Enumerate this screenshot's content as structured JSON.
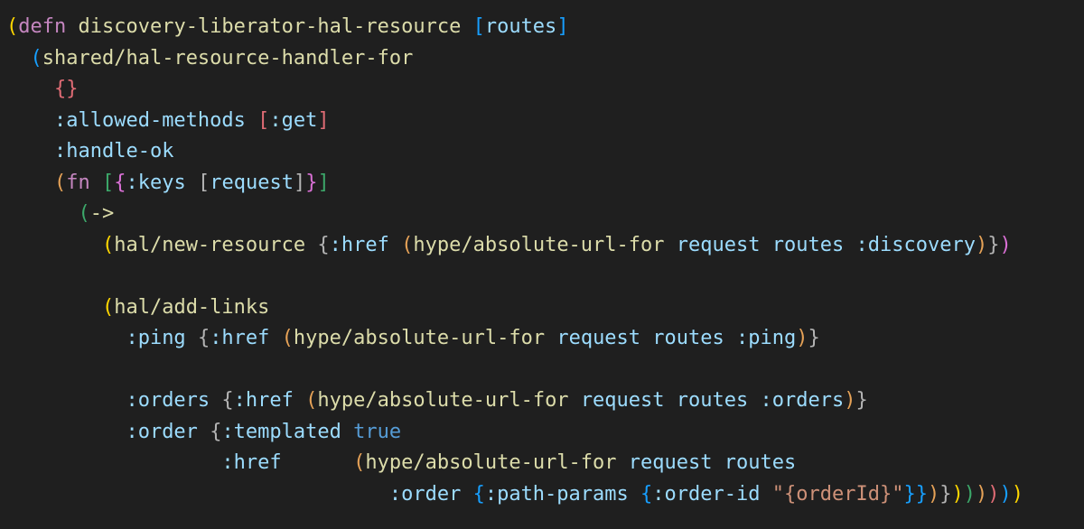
{
  "colors": {
    "background": "#1f1f1f",
    "default": "#d4d4d4",
    "keyword": "#c586c0",
    "identifier": "#dcdcaa",
    "variable": "#9cdcfe",
    "string": "#ce9178",
    "constant": "#569cd6",
    "bracket_gold": "#ffd700",
    "bracket_violet": "#da70d6",
    "bracket_blue": "#179fff",
    "bracket_red": "#e06c75",
    "bracket_green": "#3ca86a",
    "bracket_orange": "#e6a257",
    "bracket_gray": "#b4b4b4"
  },
  "code": {
    "language": "clojure",
    "lines": [
      [
        [
          "(",
          "bracket_gold"
        ],
        [
          "defn",
          "keyword"
        ],
        [
          " ",
          "default"
        ],
        [
          "discovery-liberator-hal-resource",
          "identifier"
        ],
        [
          " ",
          "default"
        ],
        [
          "[",
          "bracket_blue"
        ],
        [
          "routes",
          "variable"
        ],
        [
          "]",
          "bracket_blue"
        ]
      ],
      [
        [
          "  ",
          "default"
        ],
        [
          "(",
          "bracket_blue"
        ],
        [
          "shared/hal-resource-handler-for",
          "identifier"
        ]
      ],
      [
        [
          "    ",
          "default"
        ],
        [
          "{}",
          "bracket_red"
        ]
      ],
      [
        [
          "    ",
          "default"
        ],
        [
          ":allowed-methods",
          "variable"
        ],
        [
          " ",
          "default"
        ],
        [
          "[",
          "bracket_red"
        ],
        [
          ":get",
          "variable"
        ],
        [
          "]",
          "bracket_red"
        ]
      ],
      [
        [
          "    ",
          "default"
        ],
        [
          ":handle-ok",
          "variable"
        ]
      ],
      [
        [
          "    ",
          "default"
        ],
        [
          "(",
          "bracket_orange"
        ],
        [
          "fn",
          "keyword"
        ],
        [
          " ",
          "default"
        ],
        [
          "[",
          "bracket_green"
        ],
        [
          "{",
          "bracket_violet"
        ],
        [
          ":keys",
          "variable"
        ],
        [
          " ",
          "default"
        ],
        [
          "[",
          "bracket_gray"
        ],
        [
          "request",
          "variable"
        ],
        [
          "]",
          "bracket_gray"
        ],
        [
          "}",
          "bracket_violet"
        ],
        [
          "]",
          "bracket_green"
        ]
      ],
      [
        [
          "      ",
          "default"
        ],
        [
          "(",
          "bracket_green"
        ],
        [
          "->",
          "identifier"
        ]
      ],
      [
        [
          "        ",
          "default"
        ],
        [
          "(",
          "bracket_gold"
        ],
        [
          "hal/new-resource",
          "identifier"
        ],
        [
          " ",
          "default"
        ],
        [
          "{",
          "bracket_gray"
        ],
        [
          ":href",
          "variable"
        ],
        [
          " ",
          "default"
        ],
        [
          "(",
          "bracket_orange"
        ],
        [
          "hype/absolute-url-for",
          "identifier"
        ],
        [
          " ",
          "default"
        ],
        [
          "request",
          "variable"
        ],
        [
          " ",
          "default"
        ],
        [
          "routes",
          "variable"
        ],
        [
          " ",
          "default"
        ],
        [
          ":discovery",
          "variable"
        ],
        [
          ")",
          "bracket_orange"
        ],
        [
          "}",
          "bracket_gray"
        ],
        [
          ")",
          "bracket_violet"
        ]
      ],
      [],
      [
        [
          "        ",
          "default"
        ],
        [
          "(",
          "bracket_gold"
        ],
        [
          "hal/add-links",
          "identifier"
        ]
      ],
      [
        [
          "          ",
          "default"
        ],
        [
          ":ping",
          "variable"
        ],
        [
          " ",
          "default"
        ],
        [
          "{",
          "bracket_gray"
        ],
        [
          ":href",
          "variable"
        ],
        [
          " ",
          "default"
        ],
        [
          "(",
          "bracket_orange"
        ],
        [
          "hype/absolute-url-for",
          "identifier"
        ],
        [
          " ",
          "default"
        ],
        [
          "request",
          "variable"
        ],
        [
          " ",
          "default"
        ],
        [
          "routes",
          "variable"
        ],
        [
          " ",
          "default"
        ],
        [
          ":ping",
          "variable"
        ],
        [
          ")",
          "bracket_orange"
        ],
        [
          "}",
          "bracket_gray"
        ]
      ],
      [],
      [
        [
          "          ",
          "default"
        ],
        [
          ":orders",
          "variable"
        ],
        [
          " ",
          "default"
        ],
        [
          "{",
          "bracket_gray"
        ],
        [
          ":href",
          "variable"
        ],
        [
          " ",
          "default"
        ],
        [
          "(",
          "bracket_orange"
        ],
        [
          "hype/absolute-url-for",
          "identifier"
        ],
        [
          " ",
          "default"
        ],
        [
          "request",
          "variable"
        ],
        [
          " ",
          "default"
        ],
        [
          "routes",
          "variable"
        ],
        [
          " ",
          "default"
        ],
        [
          ":orders",
          "variable"
        ],
        [
          ")",
          "bracket_orange"
        ],
        [
          "}",
          "bracket_gray"
        ]
      ],
      [
        [
          "          ",
          "default"
        ],
        [
          ":order",
          "variable"
        ],
        [
          " ",
          "default"
        ],
        [
          "{",
          "bracket_gray"
        ],
        [
          ":templated",
          "variable"
        ],
        [
          " ",
          "default"
        ],
        [
          "true",
          "constant"
        ]
      ],
      [
        [
          "                  ",
          "default"
        ],
        [
          ":href",
          "variable"
        ],
        [
          "      ",
          "default"
        ],
        [
          "(",
          "bracket_orange"
        ],
        [
          "hype/absolute-url-for",
          "identifier"
        ],
        [
          " ",
          "default"
        ],
        [
          "request",
          "variable"
        ],
        [
          " ",
          "default"
        ],
        [
          "routes",
          "variable"
        ]
      ],
      [
        [
          "                                ",
          "default"
        ],
        [
          ":order",
          "variable"
        ],
        [
          " ",
          "default"
        ],
        [
          "{",
          "bracket_blue"
        ],
        [
          ":path-params",
          "variable"
        ],
        [
          " ",
          "default"
        ],
        [
          "{",
          "bracket_blue"
        ],
        [
          ":order-id",
          "variable"
        ],
        [
          " ",
          "default"
        ],
        [
          "\"{orderId}\"",
          "string"
        ],
        [
          "}",
          "bracket_blue"
        ],
        [
          "}",
          "bracket_blue"
        ],
        [
          ")",
          "bracket_orange"
        ],
        [
          "}",
          "bracket_gray"
        ],
        [
          ")",
          "bracket_gold"
        ],
        [
          ")",
          "bracket_green"
        ],
        [
          ")",
          "bracket_orange"
        ],
        [
          ")",
          "bracket_red"
        ],
        [
          ")",
          "bracket_blue"
        ],
        [
          ")",
          "bracket_gold"
        ]
      ]
    ]
  }
}
